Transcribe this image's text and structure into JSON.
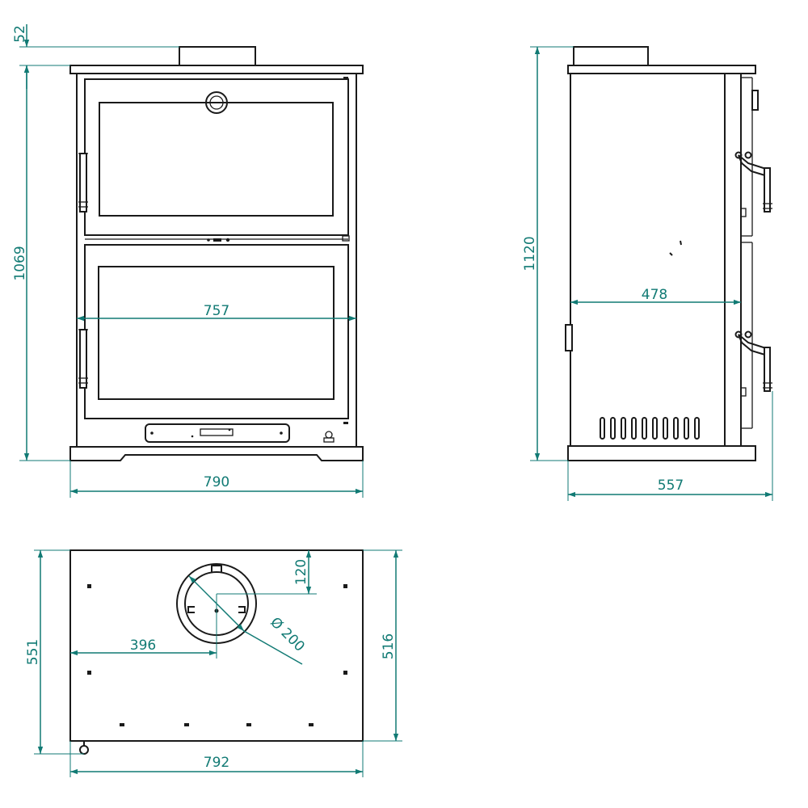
{
  "dimensions": {
    "front_flue_height": "52",
    "front_body_height": "1069",
    "front_inner_width": "757",
    "front_overall_width": "790",
    "side_overall_height": "1120",
    "side_inner_depth": "478",
    "side_overall_depth": "557",
    "top_flue_offset": "120",
    "top_flue_center": "396",
    "top_flue_diameter": "Ø 200",
    "top_overall_depth": "551",
    "top_inner_depth": "516",
    "top_overall_width": "792"
  },
  "colors": {
    "line": "#1a1a1a",
    "dimension": "#117a74"
  }
}
